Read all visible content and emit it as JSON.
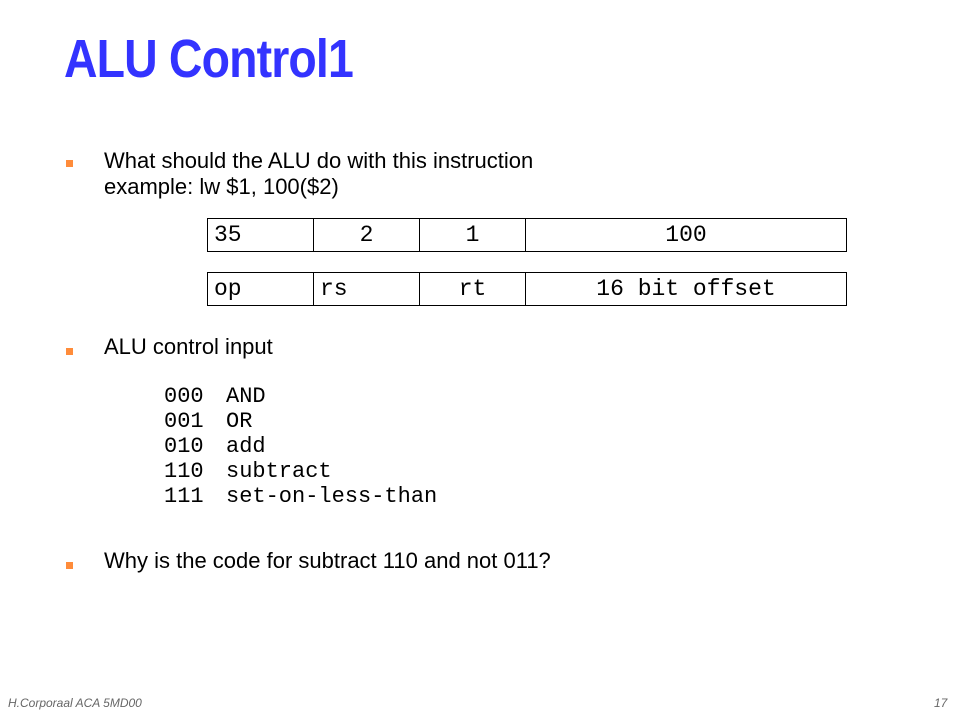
{
  "slide": {
    "title": "ALU Control1",
    "bullets": [
      {
        "lines": [
          "What should the ALU do with this instruction",
          "example:  lw $1, 100($2)"
        ]
      },
      {
        "lines": [
          "ALU control input"
        ]
      },
      {
        "lines": [
          "Why is the code for subtract 110 and not 011?"
        ]
      }
    ],
    "instruction_values": [
      "35",
      "2",
      "1",
      "100"
    ],
    "instruction_fields": [
      "op",
      "rs",
      "rt",
      "16 bit offset"
    ],
    "alu_codes": [
      {
        "code": "000",
        "op": "AND"
      },
      {
        "code": "001",
        "op": "OR"
      },
      {
        "code": "010",
        "op": "add"
      },
      {
        "code": "110",
        "op": "subtract"
      },
      {
        "code": "111",
        "op": "set-on-less-than"
      }
    ],
    "footer": {
      "left": "H.Corporaal   ACA 5MD00",
      "page": "17"
    },
    "colors": {
      "title": "#3333ff",
      "bullet": "#ff8c3a"
    }
  }
}
